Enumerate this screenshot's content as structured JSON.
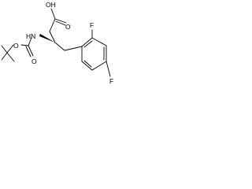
{
  "molecule": {
    "atoms": {
      "oh": "OH",
      "o_acid": "O",
      "nh": "HN",
      "o_carbamate_ester": "O",
      "o_carbamate_carbonyl": "O",
      "f_top": "F",
      "f_bottom": "F"
    },
    "colors": {
      "bond": "#000000",
      "text": "#000000",
      "background": "#ffffff"
    }
  }
}
